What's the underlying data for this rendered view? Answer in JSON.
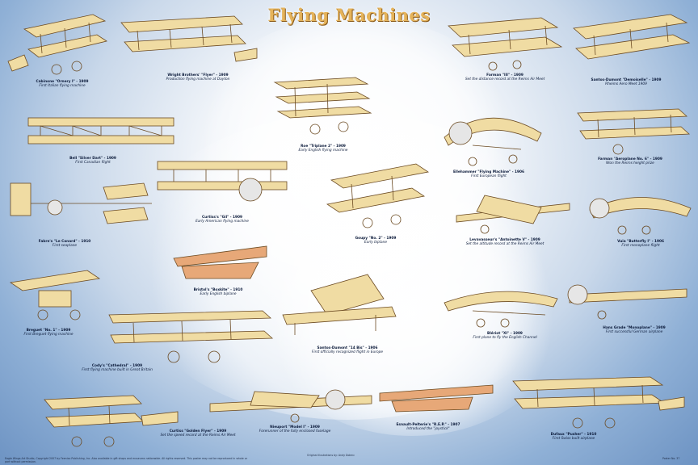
{
  "poster": {
    "title": "Flying Machines",
    "credit": "Original illustrations by: Andy Dolenc",
    "copyright": "Eagle Wings Art Studio, Copyright 2007 by Feenixx Publishing, Inc. Also available in gift shops and museums nationwide. All rights reserved. This poster may not be reproduced in whole or part without permission.",
    "product_code": "Poster No. 37"
  },
  "colors": {
    "wood": "#e9cf8b",
    "wing": "#f0dca3",
    "strut": "#6b4a22",
    "sky": "#7a9ccb",
    "title": "#e5b35a"
  },
  "aircraft": [
    {
      "name": "Cabinone \"Ornery I\" - 1909",
      "note": "First Italian flying machine"
    },
    {
      "name": "Wright Brothers' \"Flyer\" - 1909",
      "note": "Production flying machine at Dayton"
    },
    {
      "name": "Farman \"III\" - 1909",
      "note": "Set the distance record at the Reims Air Meet"
    },
    {
      "name": "Santos-Dumont \"Demoiselle\" - 1909",
      "note": "Rheims Aero Meet 1909"
    },
    {
      "name": "Bell \"Silver Dart\" - 1909",
      "note": "First Canadian flight"
    },
    {
      "name": "Roe \"Triplane 2\" - 1909",
      "note": "Early English flying machine"
    },
    {
      "name": "Ellehammer \"Flying Machine\" - 1906",
      "note": "First European flight"
    },
    {
      "name": "Farman \"Aeroplane No. 6\" - 1909",
      "note": "Won the Reims height prize"
    },
    {
      "name": "Curtiss's \"Gil\" - 1909",
      "note": "Early American flying machine"
    },
    {
      "name": "Fabre's \"Le Canard\" - 1910",
      "note": "First seaplane"
    },
    {
      "name": "Goupy \"No. 2\" - 1909",
      "note": "Early biplane"
    },
    {
      "name": "Levavasseur's \"Antoinette V\" - 1909",
      "note": "Set the altitude record at the Reims Air Meet"
    },
    {
      "name": "Vuia \"Butterfly I\" - 1906",
      "note": "First monoplane flight"
    },
    {
      "name": "Bristol's \"Boxkite\" - 1910",
      "note": "Early English biplane"
    },
    {
      "name": "Breguet \"No. 1\" - 1909",
      "note": "First Breguet flying machine"
    },
    {
      "name": "Santos-Dumont \"14 Bis\" - 1906",
      "note": "First officially recognized flight in Europe"
    },
    {
      "name": "Blériot \"XI\" - 1909",
      "note": "First plane to fly the English Channel"
    },
    {
      "name": "Hans Grade \"Monoplane\" - 1909",
      "note": "First successful German airplane"
    },
    {
      "name": "Cody's \"Cathedral\" - 1909",
      "note": "First flying machine built in Great Britain"
    },
    {
      "name": "Curtiss \"Golden Flyer\" - 1909",
      "note": "Set the speed record at the Reims Air Meet"
    },
    {
      "name": "Nieuport \"Model I\" - 1909",
      "note": "Forerunner of the fully enclosed fuselage"
    },
    {
      "name": "Esnault-Pelterie's \"R.E.P.\" - 1907",
      "note": "Introduced the \"joystick\""
    },
    {
      "name": "Dufaux \"Pusher\" - 1910",
      "note": "First Swiss built airplane"
    }
  ]
}
